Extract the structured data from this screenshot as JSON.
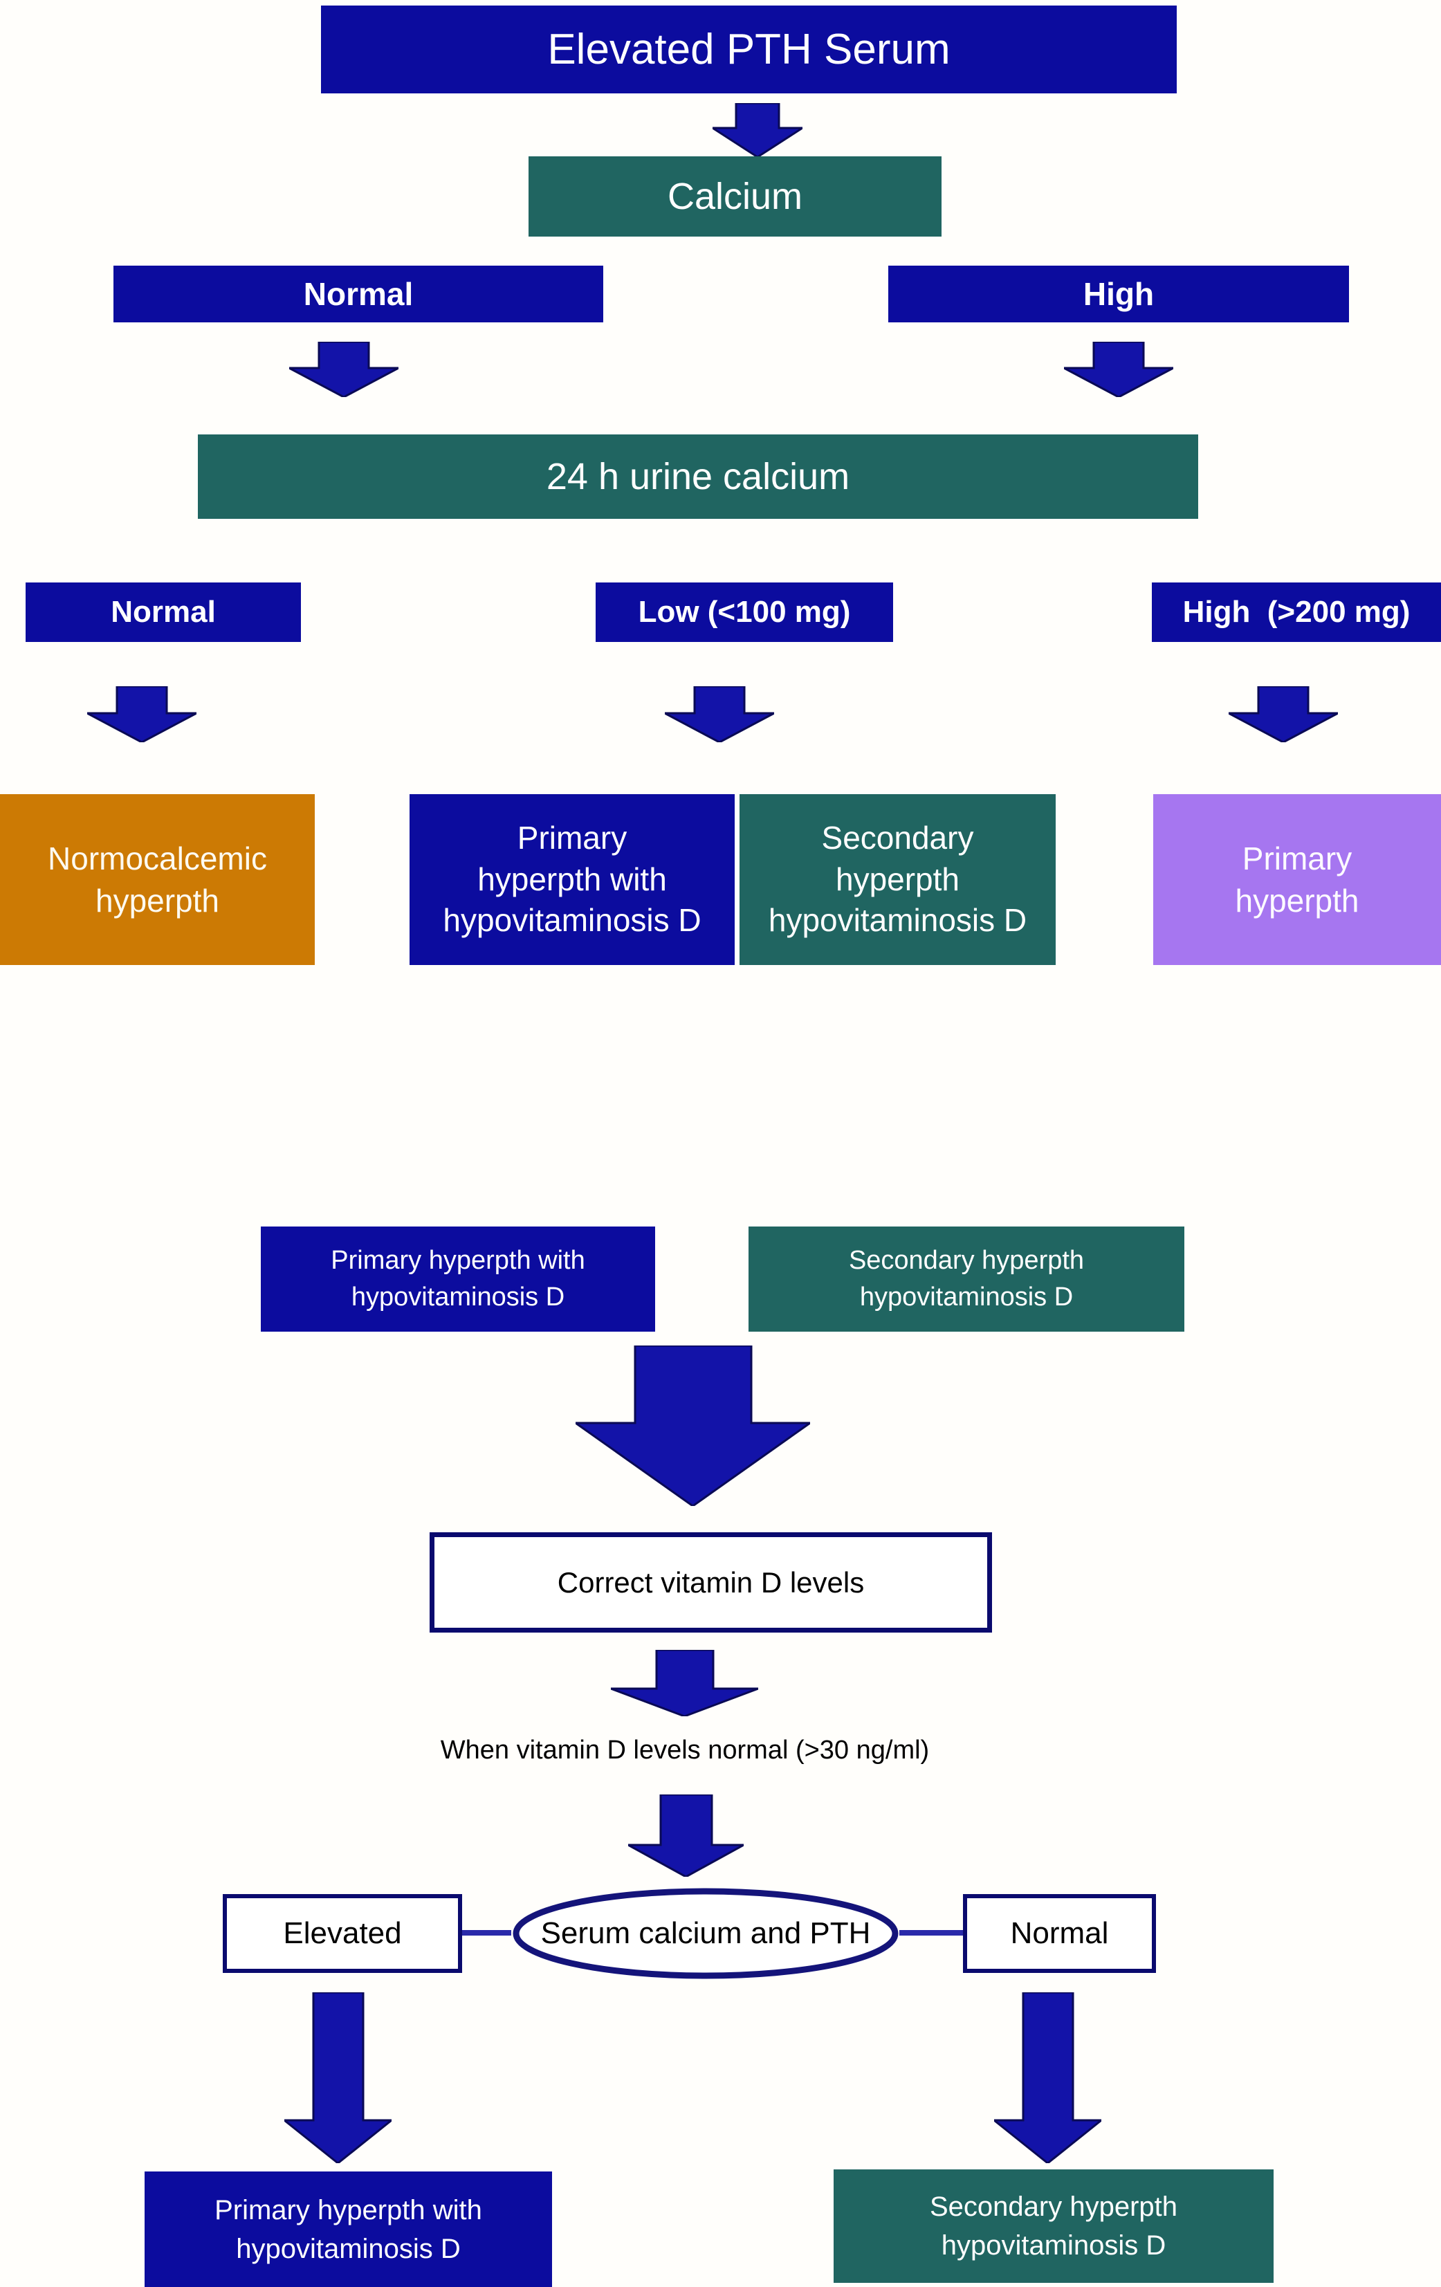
{
  "colors": {
    "navy": "#0c0c9e",
    "teal": "#206561",
    "orange": "#cc7a04",
    "purple": "#a676f0",
    "arrow_fill": "#1313a8",
    "arrow_stroke": "#0a0a55",
    "outline_border": "#0a0a6e",
    "text_light": "#ffffff",
    "text_dark": "#000000"
  },
  "flow": {
    "title": "Elevated PTH Serum",
    "calcium": {
      "label": "Calcium",
      "branches": {
        "normal": "Normal",
        "high": "High"
      }
    },
    "urine": {
      "label": "24 h urine calcium",
      "branches": {
        "normal": "Normal",
        "low": "Low (<100 mg)",
        "high": "High  (>200 mg)"
      }
    },
    "outcomes": {
      "normocalcemic": "Normocalcemic\nhyperpth",
      "primary_with_hypo": "Primary\nhyperpth with\nhypovitaminosis D",
      "secondary_hypo": "Secondary\nhyperpth\nhypovitaminosis D",
      "primary": "Primary\nhyperpth"
    },
    "treatment": {
      "primary_with_hypo": "Primary hyperpth with\nhypovitaminosis D",
      "secondary_hypo": "Secondary hyperpth\nhypovitaminosis D",
      "action": "Correct vitamin D levels",
      "condition": "When vitamin D levels normal (>30 ng/ml)"
    },
    "recheck": {
      "elevated": "Elevated",
      "test": "Serum calcium and PTH",
      "normal": "Normal",
      "elevated_result": "Primary hyperpth with\nhypovitaminosis D",
      "normal_result": "Secondary hyperpth\nhypovitaminosis D"
    }
  }
}
